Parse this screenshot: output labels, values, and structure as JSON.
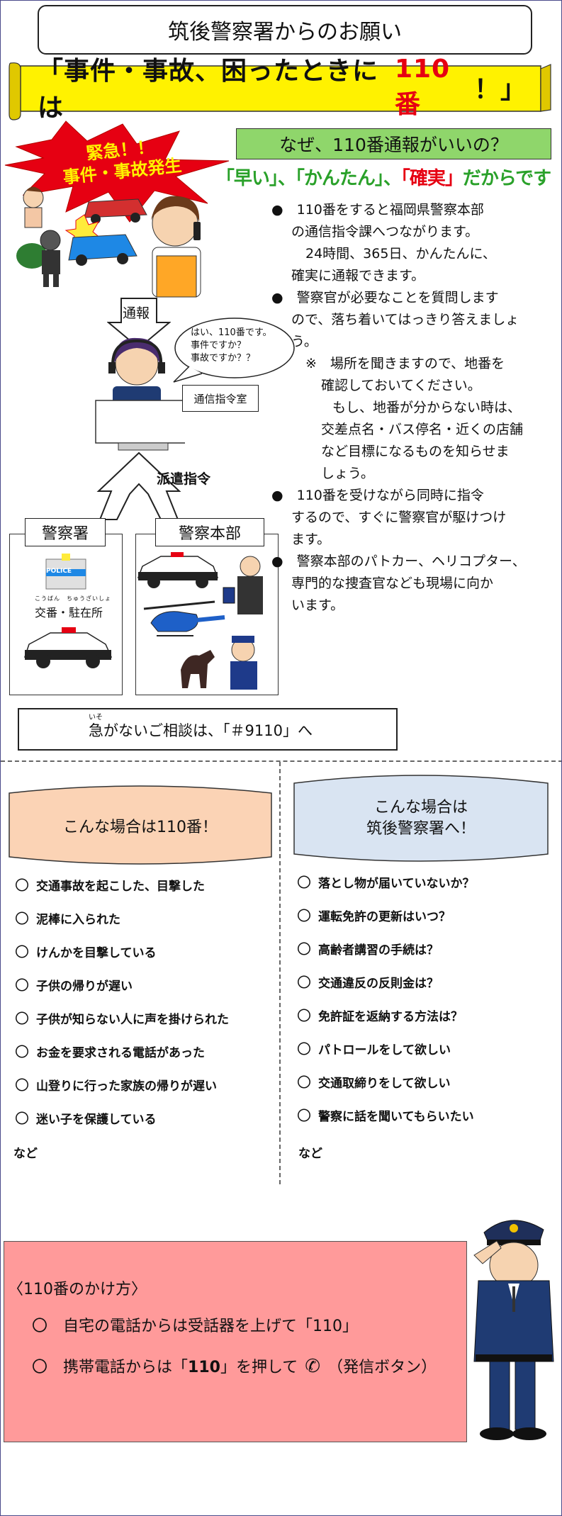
{
  "header": {
    "title": "筑後警察署からのお願い"
  },
  "banner": {
    "text_prefix": "「事件・事故、困ったときには",
    "text_red": "110番",
    "text_suffix": "！」"
  },
  "emergency": {
    "line1": "緊急！！",
    "line2": "事件・事故発生"
  },
  "flow": {
    "report_label": "通報",
    "speech_line1": "はい、110番です。",
    "speech_line2": "事件ですか？",
    "speech_line3": "事故ですか？？",
    "command_room": "通信指令室",
    "dispatch_label": "派遣指令",
    "station_box": "警察署",
    "hq_box": "警察本部",
    "koban_ruby": "こうばん　ちゅうざいしょ",
    "koban_label": "交番・駐在所",
    "police_sign": "POLICE"
  },
  "why": {
    "title": "なぜ、110番通報がいいの？",
    "subtitle_q1": "「早い」、",
    "subtitle_q2": "「かんたん」、",
    "subtitle_q3": "「確実」",
    "subtitle_end": "だからです"
  },
  "bullets": {
    "b1_line1": "110番をすると福岡県警察本部",
    "b1_line2": "の通信指令課へつながります。",
    "b1_line3": "24時間、365日、かんたんに、",
    "b1_line4": "確実に通報できます。",
    "b2_line1": "警察官が必要なことを質問します",
    "b2_line2": "ので、落ち着いてはっきり答えましょ",
    "b2_line3": "う。",
    "n_line1": "※　場所を聞きますので、地番を",
    "n_line2": "確認しておいてください。",
    "n_line3": "もし、地番が分からない時は、",
    "n_line4": "交差点名・バス停名・近くの店舗",
    "n_line5": "など目標になるものを知らせま",
    "n_line6": "しょう。",
    "b3_line1": "110番を受けながら同時に指令",
    "b3_line2": "するので、すぐに警察官が駆けつけ",
    "b3_line3": "ます。",
    "b4_line1": "警察本部のパトカー、ヘリコプター、",
    "b4_line2": "専門的な捜査官なども現場に向か",
    "b4_line3": "います。"
  },
  "consult": {
    "ruby": "いそ",
    "text": "急がないご相談は、「＃9110」へ"
  },
  "left_col": {
    "title": "こんな場合は110番！",
    "items": [
      "交通事故を起こした、目撃した",
      "泥棒に入られた",
      "けんかを目撃している",
      "子供の帰りが遅い",
      "子供が知らない人に声を掛けられた",
      "お金を要求される電話があった",
      "山登りに行った家族の帰りが遅い",
      "迷い子を保護している"
    ],
    "etc": "など"
  },
  "right_col": {
    "title_line1": "こんな場合は",
    "title_line2": "筑後警察署へ！",
    "items": [
      "落とし物が届いていないか？",
      "運転免許の更新はいつ？",
      "高齢者講習の手続は？",
      "交通違反の反則金は？",
      "免許証を返納する方法は？",
      "パトロールをして欲しい",
      "交通取締りをして欲しい",
      "警察に話を聞いてもらいたい"
    ],
    "etc": "など"
  },
  "howto": {
    "title": "〈110番のかけ方〉",
    "line1": "〇　自宅の電話からは受話器を上げて「110」",
    "line2a": "〇　携帯電話からは「",
    "line2b": "110",
    "line2c": "」を押して",
    "line2d": "（発信ボタン）"
  },
  "colors": {
    "banner_yellow": "#fff200",
    "why_green": "#8fd66b",
    "left_title_bg": "#fbd3b5",
    "right_title_bg": "#d9e4f2",
    "howto_pink": "#ff9a9a",
    "red_text": "#e60012",
    "green_text": "#2aa12a"
  }
}
